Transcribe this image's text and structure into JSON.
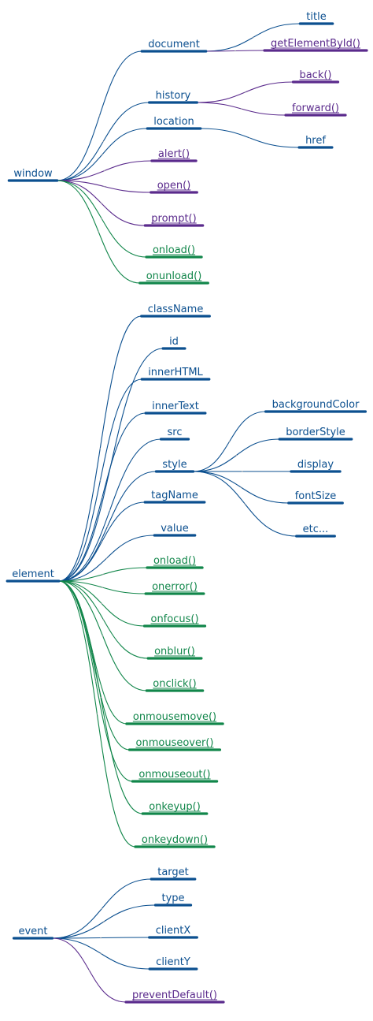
{
  "colors": {
    "property": "#0b4f8f",
    "method": "#5a2a8c",
    "event": "#11864a"
  },
  "roots": [
    {
      "label": "window",
      "children": [
        {
          "label": "document",
          "kind": "property",
          "children": [
            {
              "label": "title",
              "kind": "property"
            },
            {
              "label": "getElementById()",
              "kind": "method"
            }
          ]
        },
        {
          "label": "history",
          "kind": "property",
          "children": [
            {
              "label": "back()",
              "kind": "method"
            },
            {
              "label": "forward()",
              "kind": "method"
            }
          ]
        },
        {
          "label": "location",
          "kind": "property",
          "children": [
            {
              "label": "href",
              "kind": "property"
            }
          ]
        },
        {
          "label": "alert()",
          "kind": "method"
        },
        {
          "label": "open()",
          "kind": "method"
        },
        {
          "label": "prompt()",
          "kind": "method"
        },
        {
          "label": "onload()",
          "kind": "event"
        },
        {
          "label": "onunload()",
          "kind": "event"
        }
      ]
    },
    {
      "label": "element",
      "children": [
        {
          "label": "className",
          "kind": "property"
        },
        {
          "label": "id",
          "kind": "property"
        },
        {
          "label": "innerHTML",
          "kind": "property"
        },
        {
          "label": "innerText",
          "kind": "property"
        },
        {
          "label": "src",
          "kind": "property"
        },
        {
          "label": "style",
          "kind": "property",
          "children": [
            {
              "label": "backgroundColor",
              "kind": "property"
            },
            {
              "label": "borderStyle",
              "kind": "property"
            },
            {
              "label": "display",
              "kind": "property"
            },
            {
              "label": "fontSize",
              "kind": "property"
            },
            {
              "label": "etc...",
              "kind": "property"
            }
          ]
        },
        {
          "label": "tagName",
          "kind": "property"
        },
        {
          "label": "value",
          "kind": "property"
        },
        {
          "label": "onload()",
          "kind": "event"
        },
        {
          "label": "onerror()",
          "kind": "event"
        },
        {
          "label": "onfocus()",
          "kind": "event"
        },
        {
          "label": "onblur()",
          "kind": "event"
        },
        {
          "label": "onclick()",
          "kind": "event"
        },
        {
          "label": "onmousemove()",
          "kind": "event"
        },
        {
          "label": "onmouseover()",
          "kind": "event"
        },
        {
          "label": "onmouseout()",
          "kind": "event"
        },
        {
          "label": "onkeyup()",
          "kind": "event"
        },
        {
          "label": "onkeydown()",
          "kind": "event"
        }
      ]
    },
    {
      "label": "event",
      "children": [
        {
          "label": "target",
          "kind": "property"
        },
        {
          "label": "type",
          "kind": "property"
        },
        {
          "label": "clientX",
          "kind": "property"
        },
        {
          "label": "clientY",
          "kind": "property"
        },
        {
          "label": "preventDefault()",
          "kind": "method"
        }
      ]
    }
  ]
}
